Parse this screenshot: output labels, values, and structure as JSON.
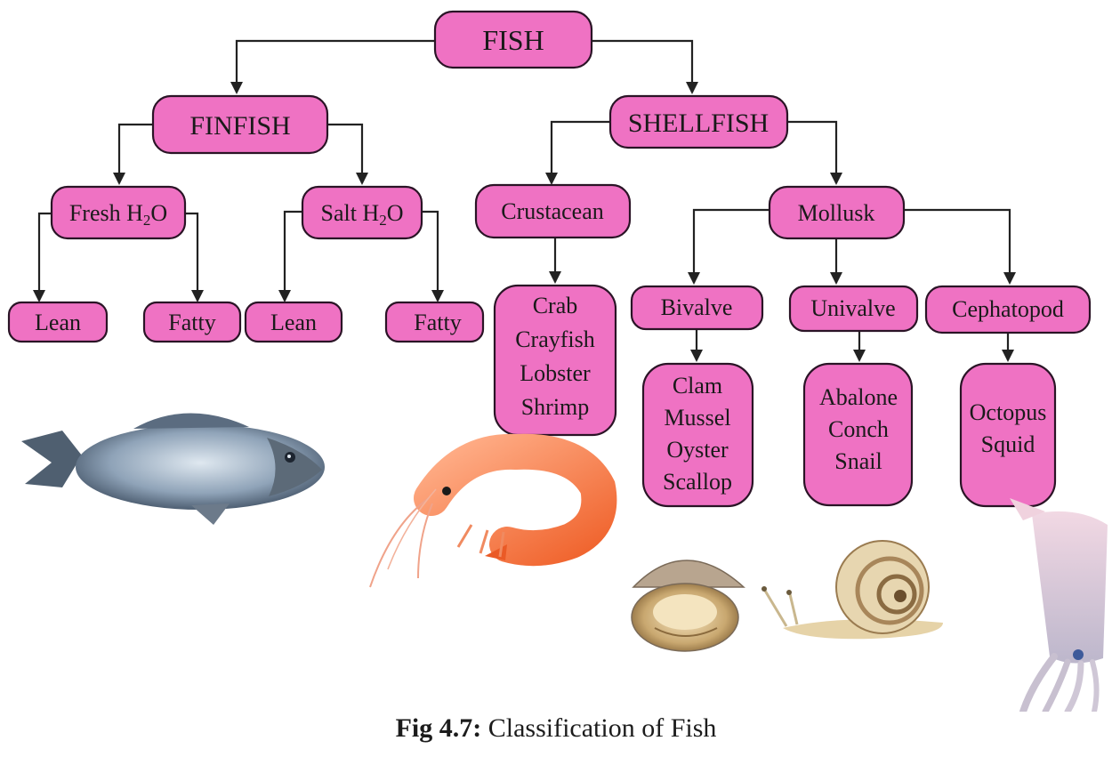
{
  "nodes": {
    "fish": "FISH",
    "finfish": "FINFISH",
    "shellfish": "SHELLFISH",
    "fresh": {
      "base": "Fresh H",
      "sub": "2",
      "tail": "O"
    },
    "salt": {
      "base": "Salt  H",
      "sub": "2",
      "tail": "O"
    },
    "lean1": "Lean",
    "fatty1": "Fatty",
    "lean2": "Lean",
    "fatty2": "Fatty",
    "crustacean": "Crustacean",
    "mollusk": "Mollusk",
    "crustacean_examples": [
      "Crab",
      "Crayfish",
      "Lobster",
      "Shrimp"
    ],
    "bivalve": "Bivalve",
    "univalve": "Univalve",
    "cephalopod": "Cephatopod",
    "bivalve_examples": [
      "Clam",
      "Mussel",
      "Oyster",
      "Scallop"
    ],
    "univalve_examples": [
      "Abalone",
      "Conch",
      "Snail"
    ],
    "cephalopod_examples": [
      "Octopus",
      "Squid"
    ]
  },
  "illustrations": [
    "fish-illustration",
    "shrimp-illustration",
    "clam-illustration",
    "snail-illustration",
    "squid-illustration"
  ],
  "colors": {
    "box_fill": "#ef72c3",
    "box_stroke": "#2a1426",
    "connector": "#222222"
  },
  "caption": {
    "label": "Fig 4.7:",
    "text": " Classification of Fish"
  }
}
